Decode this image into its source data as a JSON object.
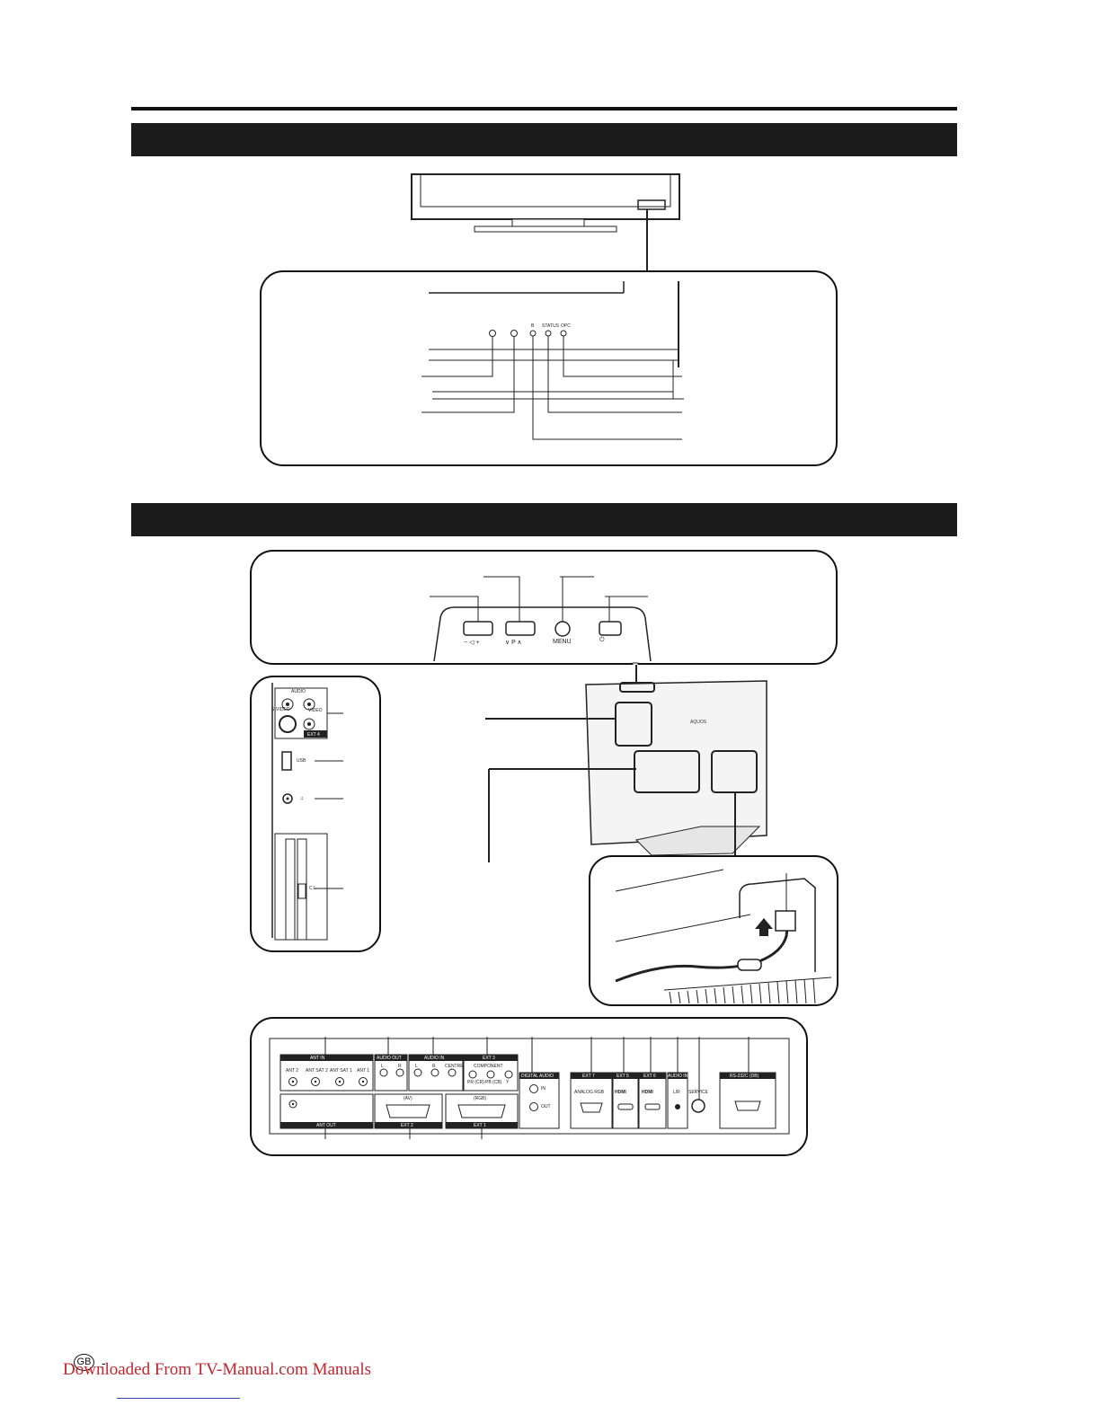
{
  "front_view": {
    "led_labels": [
      "B",
      "STATUS",
      "OPC"
    ]
  },
  "side_controls": {
    "volume_label": "− ◁ +",
    "channel_label": "∨ P ∧",
    "menu_label": "MENU",
    "power_label": "⏻"
  },
  "side_terminals": {
    "audio_label": "AUDIO",
    "svideo_label": "S-VIDEO",
    "video_label": "VIDEO",
    "ext_label": "EXT 4",
    "usb_label": "USB",
    "headphone_icon": "headphone-icon",
    "ci_label": "C.I."
  },
  "rear_terminals": {
    "ant_in": "ANT IN",
    "ant_ports": [
      "ANT 2",
      "ANT SAT 2",
      "ANT SAT 1",
      "ANT 1"
    ],
    "ant_out": "ANT OUT",
    "audio_out": "AUDIO OUT",
    "audio_out_ports": [
      "L",
      "R"
    ],
    "audio_in": "AUDIO IN",
    "audio_in_ports": [
      "L",
      "R",
      "CENTRE"
    ],
    "ext3": "EXT 3",
    "component": "COMPONENT",
    "component_ports": [
      "PR (CR)",
      "PB (CB)",
      "Y"
    ],
    "ext2": "EXT 2",
    "ext2_sub": "(AV)",
    "ext1": "EXT 1",
    "ext1_sub": "(RGB)",
    "digital_audio": "DIGITAL AUDIO",
    "digital_ports": [
      "IN",
      "OUT"
    ],
    "ext7": "EXT 7",
    "analog_rgb": "ANALOG RGB",
    "ext5": "EXT 5",
    "ext6": "EXT 6",
    "hdmi": "HDMI",
    "audio_in2": "AUDIO IN",
    "lr": "L/R",
    "service": "SERVICE",
    "rs232c": "RS-232C (DB)"
  },
  "footer": {
    "badge": "GB",
    "dash": "-",
    "link_text": "Downloaded From TV-Manual.com Manuals"
  },
  "colors": {
    "section_bar": "#1c1c1c",
    "link": "#c0262d"
  }
}
